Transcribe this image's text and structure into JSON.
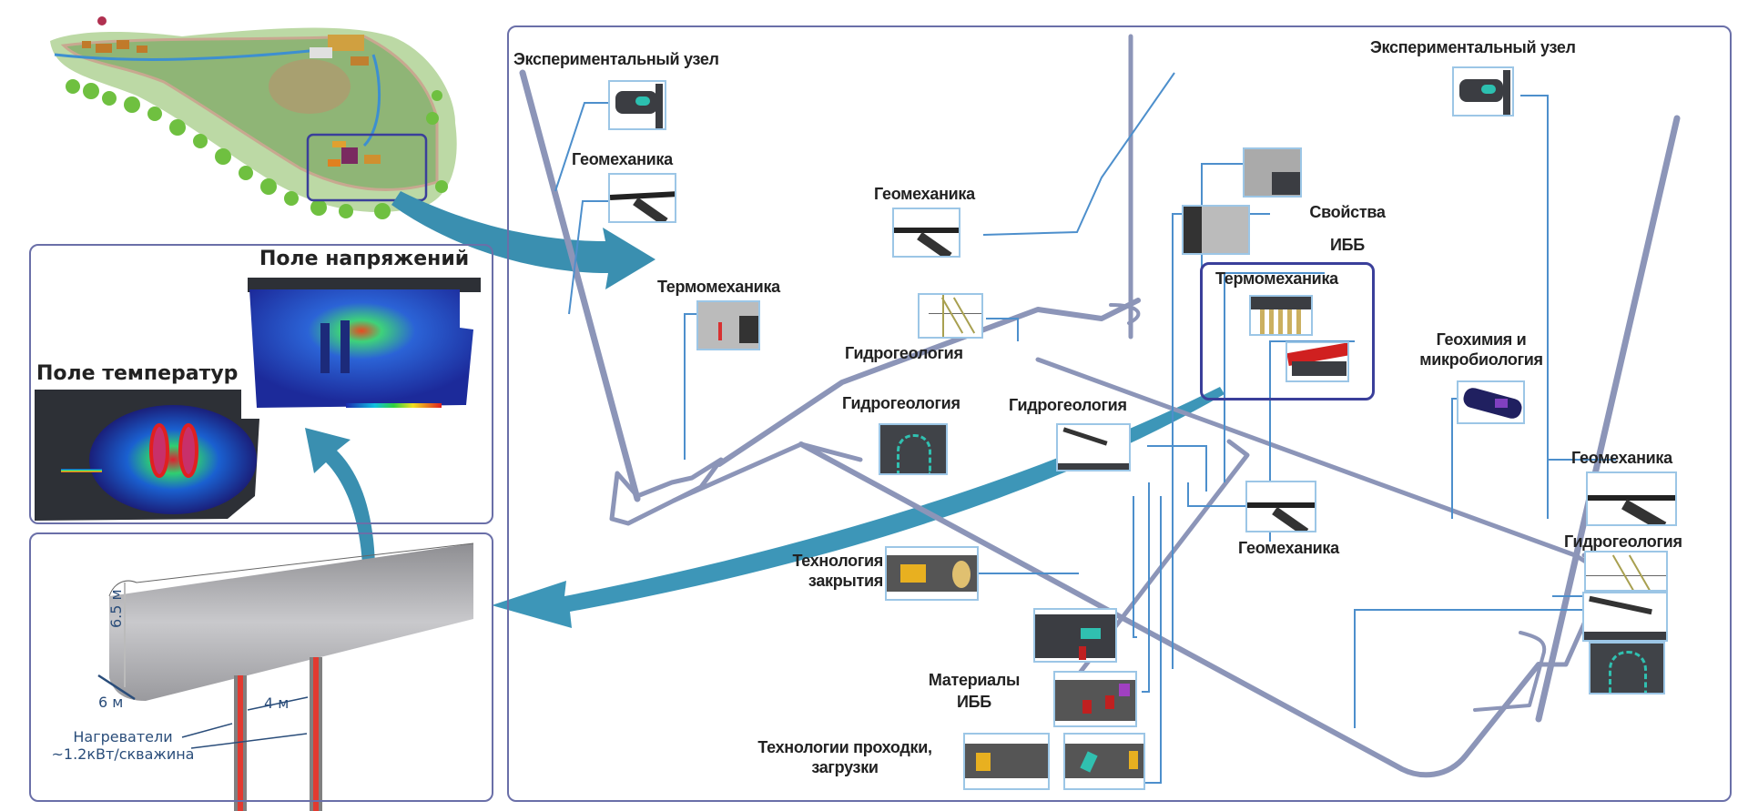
{
  "left_panels": {
    "stress_field_title": "Поле напряжений",
    "temperature_field_title": "Поле температур",
    "tunnel_height": "6.5 м",
    "tunnel_width": "6 м",
    "borehole_spacing": "4 м",
    "heaters_label_line1": "Нагреватели",
    "heaters_label_line2": "~1.2кВт/скважина"
  },
  "main_diagram": {
    "labels": {
      "exp_node_left": "Экспериментальный узел",
      "geomech_top_left": "Геомеханика",
      "thermomech_left": "Термомеханика",
      "geomech_center": "Геомеханика",
      "hydrogeo_center": "Гидрогеология",
      "hydrogeo_mid_left": "Гидрогеология",
      "hydrogeo_mid": "Гидрогеология",
      "ebs_properties_line1": "Свойства",
      "ebs_properties_line2": "ИББ",
      "thermomech_right": "Термомеханика",
      "exp_node_right": "Экспериментальный узел",
      "geochem_line1": "Геохимия и",
      "geochem_line2": "микробиология",
      "geomech_right": "Геомеханика",
      "geomech_lower_center": "Геомеханика",
      "hydrogeo_right": "Гидрогеология",
      "closure_tech_line1": "Технология",
      "closure_tech_line2": "закрытия",
      "ebs_materials_line1": "Материалы",
      "ebs_materials_line2": "ИББ",
      "drift_tech_line1": "Технологии проходки,",
      "drift_tech_line2": "загрузки"
    }
  },
  "colors": {
    "panel_border": "#6a6fa8",
    "thumb_border": "#9cc6e6",
    "arrow": "#3a8fb0",
    "tunnel": "#8c95b8",
    "leader": "#4d8fcc"
  }
}
